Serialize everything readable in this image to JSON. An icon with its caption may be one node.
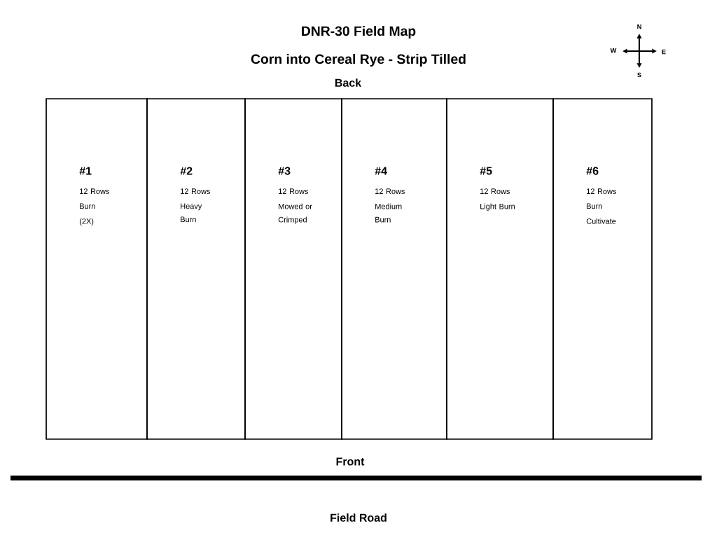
{
  "diagram": {
    "title": "DNR-30 Field Map",
    "nodes": [
      {
        "text": [
          "#1",
          "12 Rows",
          "Burn",
          "(2X)"
        ]
      },
      {
        "text": [
          "#2",
          "12 Rows",
          "Heavy Burn"
        ]
      },
      {
        "text": [
          "#3",
          "12 Rows",
          "Mowed or Crimped"
        ]
      },
      {
        "text": [
          "#4",
          "12 Rows",
          "Medium Burn"
        ]
      },
      {
        "text": [
          "#5",
          "12 Rows",
          "Light Burn"
        ]
      },
      {
        "text": [
          "#6",
          "12 Rows",
          "Burn",
          "Cultivate"
        ]
      }
    ],
    "labels": [
      "Corn into Cereal Rye - Strip Tilled",
      "N",
      "W",
      "E",
      "S",
      "Back",
      "Front",
      "Field Road"
    ]
  }
}
